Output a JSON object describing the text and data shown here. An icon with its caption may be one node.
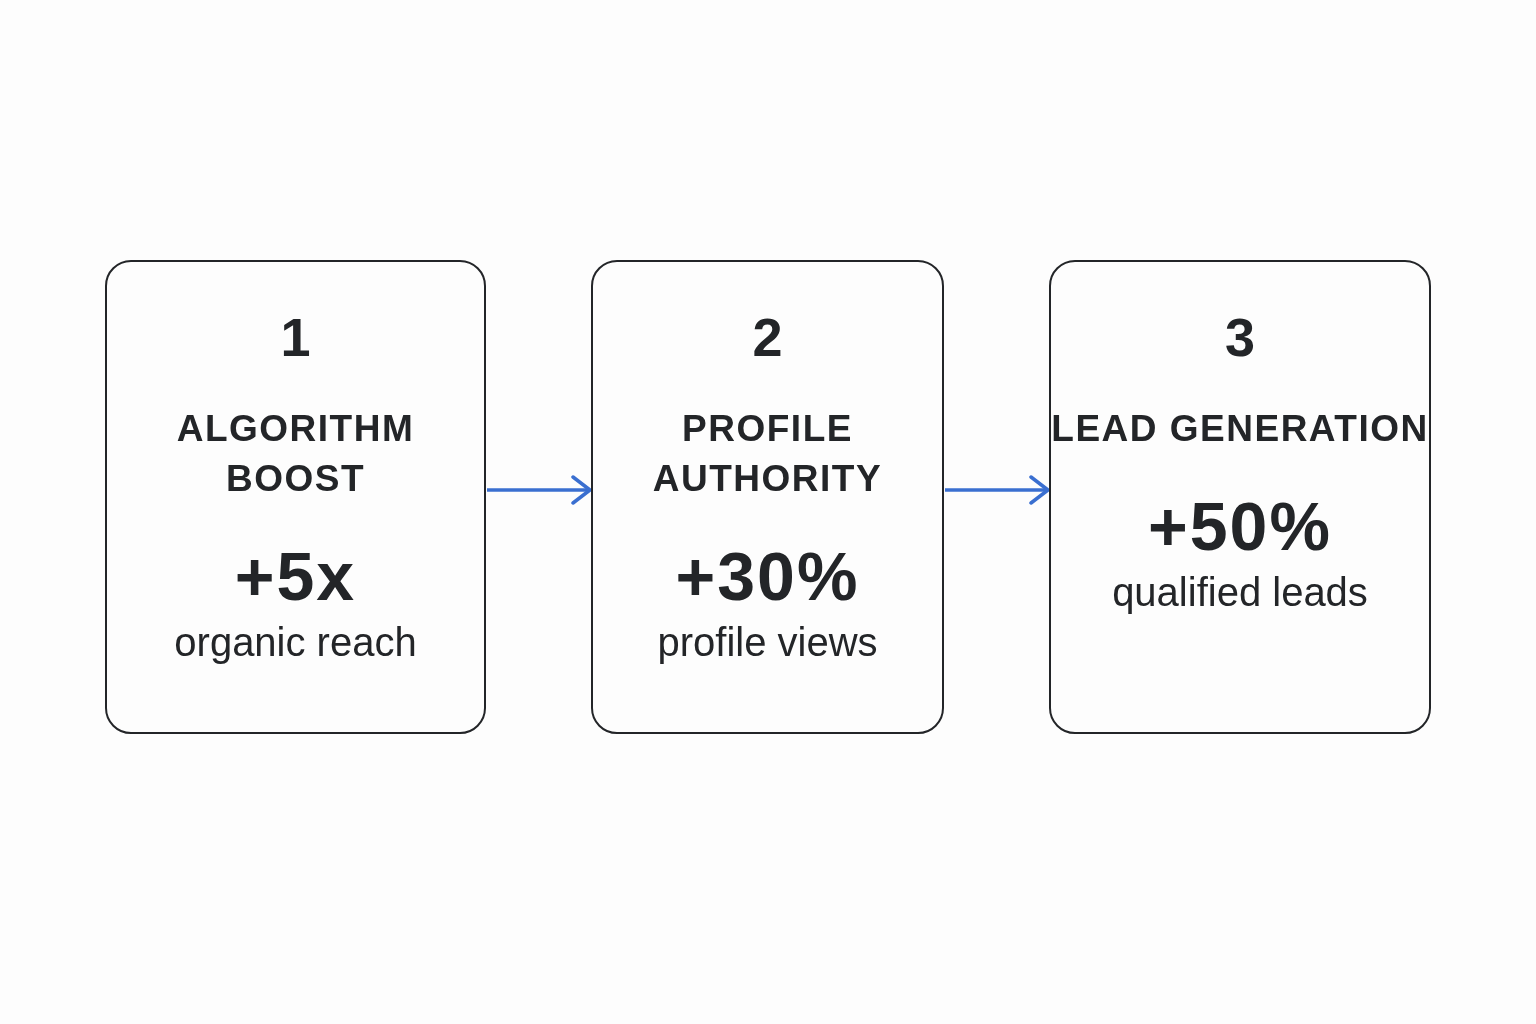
{
  "diagram": {
    "nodes": [
      {
        "text": [
          "1",
          "ALGORITHM BOOST",
          "+5x",
          "organic reach"
        ]
      },
      {
        "text": [
          "2",
          "PROFILE AUTHORITY",
          "+30%",
          "profile views"
        ]
      },
      {
        "text": [
          "3",
          "LEAD GENERATION",
          "+50%",
          "qualified leads"
        ]
      }
    ],
    "edges": [
      {
        "from": 0,
        "to": 1,
        "arrow": "to"
      },
      {
        "from": 1,
        "to": 2,
        "arrow": "to"
      }
    ]
  }
}
